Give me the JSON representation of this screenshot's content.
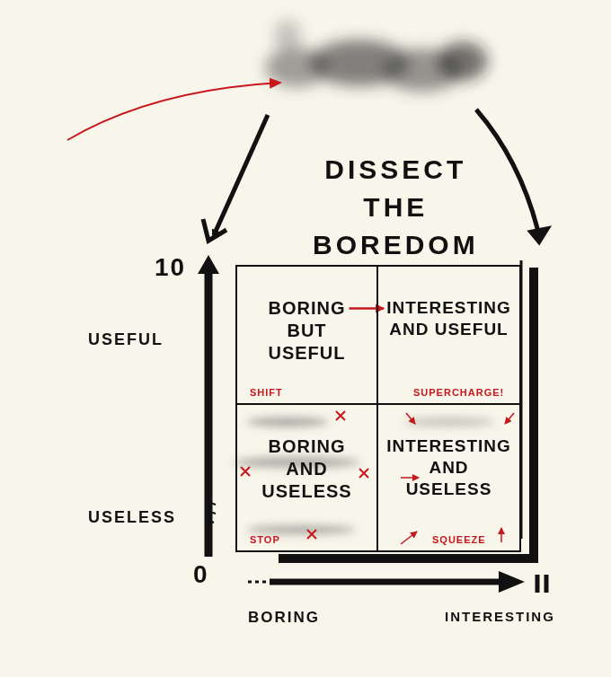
{
  "diagram": {
    "title": "DISSECT THE BOREDOM",
    "nodes": [
      {
        "text": [
          "BORING BUT USEFUL",
          "SHIFT"
        ]
      },
      {
        "text": [
          "INTERESTING AND USEFUL",
          "SUPERCHARGE!"
        ]
      },
      {
        "text": [
          "BORING AND USELESS",
          "STOP"
        ]
      },
      {
        "text": [
          "INTERESTING AND USELESS",
          "SQUEEZE"
        ]
      }
    ],
    "edges": [
      {
        "from": 0,
        "to": 1,
        "arrow": "to"
      }
    ],
    "labels": [
      "10",
      "USEFUL",
      "USELESS",
      "0",
      "BORING",
      "INTERESTING"
    ]
  }
}
